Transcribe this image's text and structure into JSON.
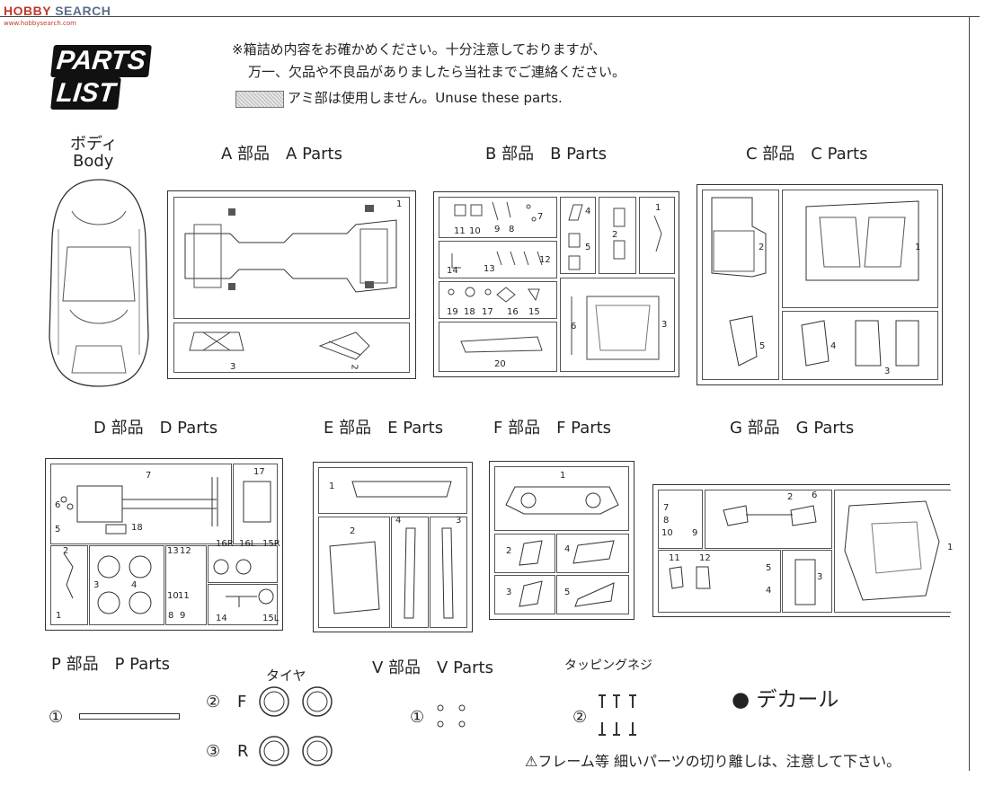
{
  "watermark": {
    "brand_a": "HOBBY",
    "brand_b": "SEARCH",
    "sub": "www.hobbysearch.com"
  },
  "title": {
    "word1": "PARTS",
    "word2": "LIST"
  },
  "notes": {
    "line1": "※箱詰め内容をお確かめください。十分注意しておりますが、",
    "line2": "万一、欠品や不良品がありましたら当社までご連絡ください。",
    "mesh_note": "アミ部は使用しません。Unuse these parts."
  },
  "sections": {
    "body": {
      "jp": "ボディ",
      "en": "Body"
    },
    "a": "A 部品　A  Parts",
    "b": "B 部品　B  Parts",
    "c": "C 部品　C  Parts",
    "d": "D 部品　D  Parts",
    "e": "E 部品　E  Parts",
    "f": "F 部品　F  Parts",
    "g": "G 部品　G  Parts",
    "p": "P 部品　P  Parts",
    "v": "V 部品　V  Parts"
  },
  "p_parts": {
    "tire_label": "タイヤ",
    "n1": "①",
    "n2": "②",
    "n3": "③",
    "front": "F",
    "rear": "R"
  },
  "v_parts": {
    "n1": "①"
  },
  "screws": {
    "label": "タッピングネジ",
    "n2": "②"
  },
  "decal": {
    "label": "● デカール"
  },
  "caution": {
    "text": "⚠フレーム等 細いパーツの切り離しは、注意して下さい。"
  },
  "part_numbers": {
    "a": [
      "1",
      "2",
      "3"
    ],
    "b": [
      "1",
      "2",
      "3",
      "4",
      "5",
      "6",
      "7",
      "8",
      "9",
      "10",
      "11",
      "12",
      "13",
      "14",
      "15",
      "16",
      "17",
      "18",
      "19",
      "20"
    ],
    "c": [
      "1",
      "2",
      "3",
      "4",
      "5"
    ],
    "d": [
      "1",
      "2",
      "3",
      "4",
      "5",
      "6",
      "7",
      "8",
      "9",
      "10",
      "11",
      "12",
      "13",
      "14",
      "15L",
      "15R",
      "16L",
      "16R",
      "17",
      "18"
    ],
    "e": [
      "1",
      "2",
      "3",
      "4"
    ],
    "f": [
      "1",
      "2",
      "3",
      "4",
      "5"
    ],
    "g": [
      "1",
      "2",
      "3",
      "4",
      "5",
      "6",
      "7",
      "8",
      "9",
      "10",
      "11",
      "12"
    ]
  }
}
